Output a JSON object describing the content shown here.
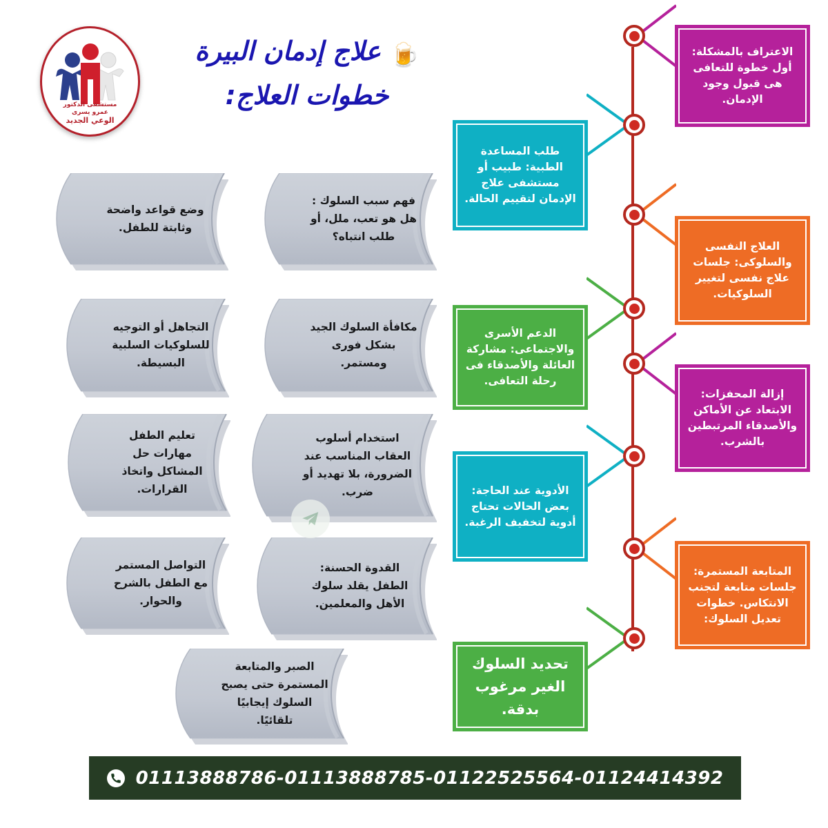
{
  "brand": {
    "logo_line1": "مستشفى الدكتور",
    "logo_line2": "عمرو يسرى",
    "logo_line3": "الوعي الجديد",
    "logo_colors": {
      "ring": "#b4202a",
      "figure_blue": "#2b3f8c",
      "figure_red": "#cf1f2c",
      "figure_white": "#ececec"
    }
  },
  "header": {
    "title_line1": "علاج إدمان البيرة",
    "title_line2": "خطوات العلاج:",
    "beer_icon": "beer-mug-icon",
    "title_color": "#1a16b0"
  },
  "palette": {
    "magenta": "#b5219b",
    "orange": "#ee6c25",
    "cyan": "#0fb0c4",
    "green": "#4caf45",
    "timeline_red": "#b4281f",
    "node_fill": "#cf2a22",
    "pillow_gray": "#c3c8d2",
    "footer_green": "#263c24"
  },
  "timeline": {
    "steps": [
      {
        "id": "step-1",
        "side": "right",
        "color": "#b5219b",
        "text": "الاعتراف بالمشكلة: أول خطوة للتعافى هى قبول وجود الإدمان."
      },
      {
        "id": "step-2",
        "side": "left",
        "color": "#0fb0c4",
        "text": "طلب المساعدة الطبية: طبيب أو مستشفى علاج الإدمان لتقييم الحالة."
      },
      {
        "id": "step-3",
        "side": "right",
        "color": "#ee6c25",
        "text": "العلاج النفسى والسلوكى: جلسات علاج نفسى لتغيير السلوكيات."
      },
      {
        "id": "step-4",
        "side": "left",
        "color": "#4caf45",
        "text": "الدعم الأسرى والاجتماعى: مشاركة العائلة والأصدقاء فى رحلة التعافى."
      },
      {
        "id": "step-5",
        "side": "right",
        "color": "#b5219b",
        "text": "إزالة المحفزات: الابتعاد عن الأماكن والأصدقاء المرتبطين بالشرب."
      },
      {
        "id": "step-6",
        "side": "left",
        "color": "#0fb0c4",
        "text": "الأدوية عند الحاجة: بعض الحالات تحتاج أدوية لتخفيف الرغبة."
      },
      {
        "id": "step-7",
        "side": "right",
        "color": "#ee6c25",
        "text": "المتابعة المستمرة: جلسات متابعة لتجنب الانتكاس. خطوات تعديل السلوك:"
      },
      {
        "id": "step-8",
        "side": "left",
        "color": "#4caf45",
        "text": "تحديد السلوك الغير مرغوب بدقة."
      }
    ]
  },
  "behavior_cards": [
    {
      "id": "card-1",
      "text": "فهم سبب السلوك : هل هو تعب، ملل، أو طلب انتباه؟"
    },
    {
      "id": "card-2",
      "text": "وضع قواعد واضحة وثابتة للطفل."
    },
    {
      "id": "card-3",
      "text": "مكافأة السلوك الجيد بشكل فورى ومستمر."
    },
    {
      "id": "card-4",
      "text": "التجاهل أو التوجيه للسلوكيات السلبية البسيطة."
    },
    {
      "id": "card-5",
      "text": "استخدام أسلوب العقاب المناسب عند الضرورة، بلا تهديد أو ضرب."
    },
    {
      "id": "card-6",
      "text": "تعليم الطفل مهارات حل المشاكل واتخاذ القرارات."
    },
    {
      "id": "card-7",
      "text": "القدوة الحسنة: الطفل يقلد سلوك الأهل والمعلمين."
    },
    {
      "id": "card-8",
      "text": "التواصل المستمر مع الطفل بالشرح والحوار."
    },
    {
      "id": "card-9",
      "text": "الصبر والمتابعة المستمرة حتى يصبح السلوك إيجابيًا تلقائيًا."
    }
  ],
  "footer": {
    "phone_icon": "whatsapp-phone-icon",
    "phones": "01113888786-01113888785-01122525564-01124414392"
  },
  "watermark": {
    "icon": "telegram-icon"
  }
}
